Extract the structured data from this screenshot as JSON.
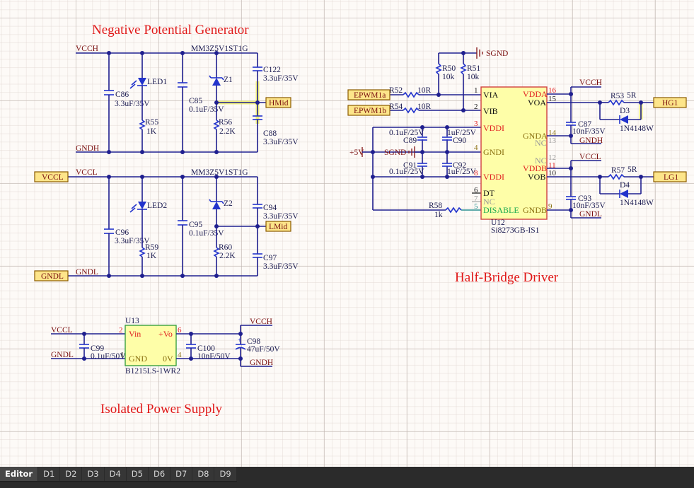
{
  "schematic": {
    "sections": {
      "negative_potential_generator": "Negative Potential Generator",
      "half_bridge_driver": "Half-Bridge Driver",
      "isolated_power_supply": "Isolated Power Supply"
    },
    "nets": {
      "vcch": "VCCH",
      "gndh": "GNDH",
      "vccl": "VCCL",
      "gndl": "GNDL",
      "sgnd": "SGND",
      "plus5v": "+5V"
    },
    "ports": {
      "hmid": "HMid",
      "lmid": "LMid",
      "vccl": "VCCL",
      "gndl": "GNDL",
      "epwm1a": "EPWM1a",
      "epwm1b": "EPWM1b",
      "hg1": "HG1",
      "lg1": "LG1"
    },
    "components": {
      "zener_part_top": "MM3Z5V1ST1G",
      "zener_part_bottom": "MM3Z5V1ST1G",
      "led1": "LED1",
      "led2": "LED2",
      "z1": "Z1",
      "z2": "Z2",
      "c86": {
        "ref": "C86",
        "value": "3.3uF/35V"
      },
      "c85": {
        "ref": "C85",
        "value": "0.1uF/35V"
      },
      "c122": {
        "ref": "C122",
        "value": "3.3uF/35V"
      },
      "c88": {
        "ref": "C88",
        "value": "3.3uF/35V"
      },
      "r55": {
        "ref": "R55",
        "value": "1K"
      },
      "r56": {
        "ref": "R56",
        "value": "2.2K"
      },
      "c96": {
        "ref": "C96",
        "value": "3.3uF/35V"
      },
      "c95": {
        "ref": "C95",
        "value": "0.1uF/35V"
      },
      "c94": {
        "ref": "C94",
        "value": "3.3uF/35V"
      },
      "c97": {
        "ref": "C97",
        "value": "3.3uF/35V"
      },
      "r59": {
        "ref": "R59",
        "value": "1K"
      },
      "r60": {
        "ref": "R60",
        "value": "2.2K"
      },
      "r50": {
        "ref": "R50",
        "value": "10k"
      },
      "r51": {
        "ref": "R51",
        "value": "10k"
      },
      "r52": {
        "ref": "R52",
        "value": "10R"
      },
      "r54": {
        "ref": "R54",
        "value": "10R"
      },
      "c89": {
        "ref": "C89",
        "value": "0.1uF/25V"
      },
      "c90": {
        "ref": "C90",
        "value": "1uF/25V"
      },
      "c91": {
        "ref": "C91",
        "value": "0.1uF/25V"
      },
      "c92": {
        "ref": "C92",
        "value": "1uF/25V"
      },
      "r58": {
        "ref": "R58",
        "value": "1k"
      },
      "u12": {
        "ref": "U12",
        "part": "Si8273GB-IS1"
      },
      "c87": {
        "ref": "C87",
        "value": "10nF/35V"
      },
      "c93": {
        "ref": "C93",
        "value": "10nF/35V"
      },
      "r53": {
        "ref": "R53",
        "value": "5R"
      },
      "r57": {
        "ref": "R57",
        "value": "5R"
      },
      "d3": {
        "ref": "D3",
        "part": "1N4148W"
      },
      "d4": {
        "ref": "D4",
        "part": "1N4148W"
      },
      "u13": {
        "ref": "U13",
        "part": "B1215LS-1WR2"
      },
      "c99": {
        "ref": "C99",
        "value": "0.1uF/50V"
      },
      "c100": {
        "ref": "C100",
        "value": "10nF/50V"
      },
      "c98": {
        "ref": "C98",
        "value": "47uF/50V"
      }
    },
    "u12_pins": {
      "left": [
        {
          "num": "1",
          "name": "VIA"
        },
        {
          "num": "2",
          "name": "VIB"
        },
        {
          "num": "3",
          "name": "VDDI"
        },
        {
          "num": "4",
          "name": "GNDI"
        },
        {
          "num": "8",
          "name": "VDDI"
        },
        {
          "num": "6",
          "name": "DT"
        },
        {
          "num": "7",
          "name": "NC"
        },
        {
          "num": "5",
          "name": "DISABLE"
        }
      ],
      "right": [
        {
          "num": "16",
          "name": "VDDA"
        },
        {
          "num": "15",
          "name": "VOA"
        },
        {
          "num": "14",
          "name": "GNDA"
        },
        {
          "num": "13",
          "name": "NC"
        },
        {
          "num": "12",
          "name": "NC"
        },
        {
          "num": "11",
          "name": "VDDB"
        },
        {
          "num": "10",
          "name": "VOB"
        },
        {
          "num": "9",
          "name": "GNDB"
        }
      ]
    },
    "u13_pins": {
      "vin": {
        "num": "2",
        "name": "Vin"
      },
      "gnd": {
        "num": "1",
        "name": "GND"
      },
      "vo": {
        "num": "6",
        "name": "+Vo"
      },
      "ov": {
        "num": "4",
        "name": "0V"
      }
    }
  },
  "tabs": {
    "items": [
      "Editor",
      "D1",
      "D2",
      "D3",
      "D4",
      "D5",
      "D6",
      "D7",
      "D8",
      "D9"
    ],
    "active": "Editor"
  }
}
